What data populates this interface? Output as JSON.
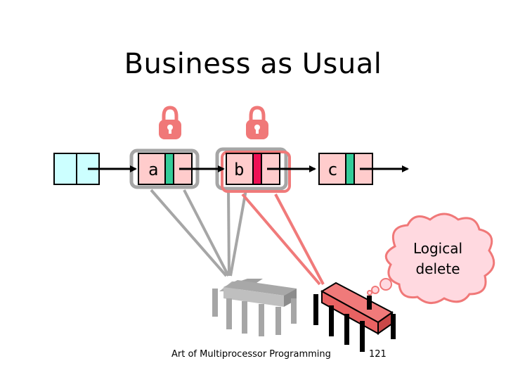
{
  "slide": {
    "title": "Business as Usual",
    "footer_text": "Art of Multiprocessor Programming",
    "page_number": "121"
  },
  "nodes": [
    {
      "label": ""
    },
    {
      "label": "a"
    },
    {
      "label": "b"
    },
    {
      "label": "c"
    }
  ],
  "thought_bubble": {
    "line1": "Logical",
    "line2": "delete"
  },
  "colors": {
    "head_node": "#ccffff",
    "node_fill": "#ffcccc",
    "next_field_green": "#33cc99",
    "next_field_marked": "#ee1155",
    "lock": "#f07878",
    "gray_thread": "#a6a6a6",
    "red_thread": "#f07a7a",
    "thought_fill": "#ffd9e0"
  }
}
